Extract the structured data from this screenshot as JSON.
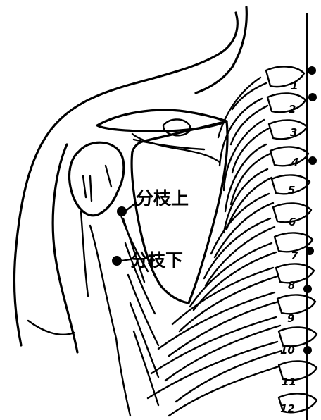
{
  "labels": {
    "upper_branch": "分枝上",
    "lower_branch": "分枝下"
  },
  "vertebra_numbers": [
    "1",
    "2",
    "3",
    "4",
    "5",
    "6",
    "7",
    "8",
    "9",
    "10",
    "11",
    "12"
  ],
  "colors": {
    "ink": "#000000",
    "paper": "#ffffff"
  }
}
